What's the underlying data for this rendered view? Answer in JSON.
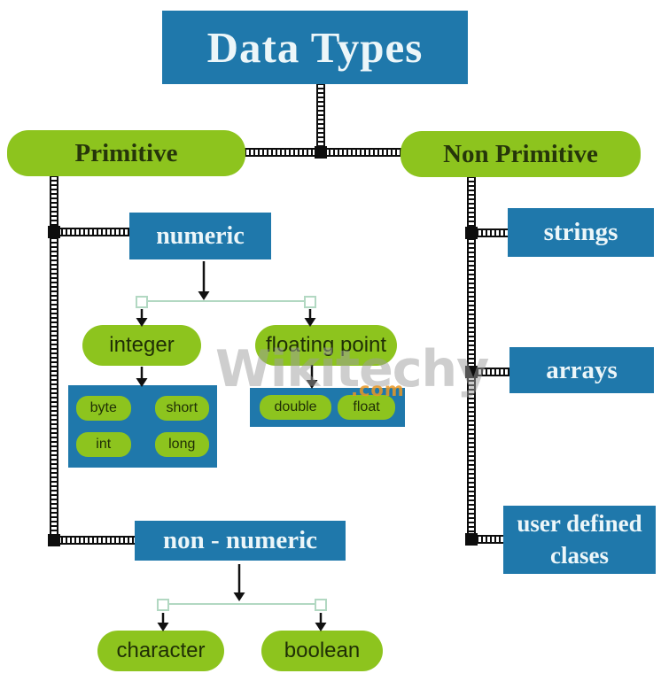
{
  "title": "Data Types",
  "watermark": {
    "brand": "Wikitechy",
    "suffix": ".com"
  },
  "colors": {
    "blue": "#1f78ab",
    "green": "#8dc41e",
    "stitch": "#0d0d0d",
    "teal": "#b2d8c2",
    "dark_text": "#1f2e06",
    "light_text": "#ecf6f9"
  },
  "tree": {
    "primitive": {
      "label": "Primitive",
      "numeric": {
        "label": "numeric",
        "integer": {
          "label": "integer",
          "types": [
            "byte",
            "short",
            "int",
            "long"
          ]
        },
        "floating_point": {
          "label": "floating point",
          "types": [
            "double",
            "float"
          ]
        }
      },
      "non_numeric": {
        "label": "non - numeric",
        "children": [
          "character",
          "boolean"
        ]
      }
    },
    "non_primitive": {
      "label": "Non Primitive",
      "children": [
        "strings",
        "arrays",
        "user defined clases"
      ]
    }
  }
}
